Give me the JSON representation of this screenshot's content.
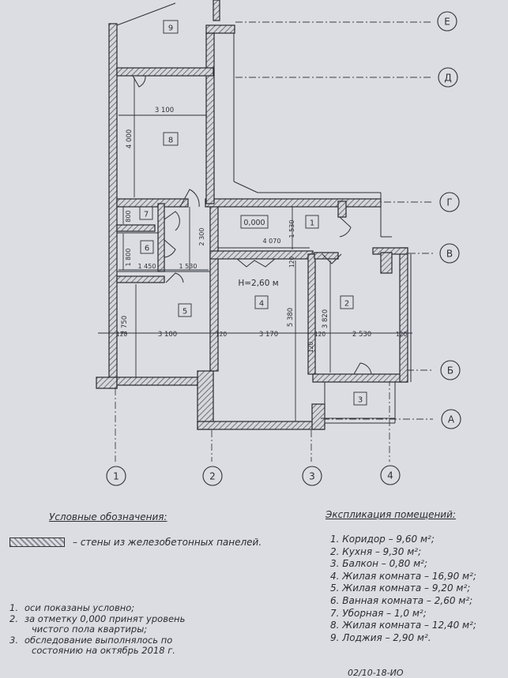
{
  "axes": {
    "horizontal": [
      "Е",
      "Д",
      "Г",
      "В",
      "Б",
      "А"
    ],
    "vertical": [
      "1",
      "2",
      "3",
      "4"
    ]
  },
  "rooms": {
    "r1": "1",
    "r2": "2",
    "r3": "3",
    "r4": "4",
    "r5": "5",
    "r6": "6",
    "r7": "7",
    "r8": "8",
    "r9": "9"
  },
  "level_mark": "0,000",
  "ceiling_height": "H=2,60 м",
  "dimensions": {
    "d3100_top": "3 100",
    "d4000": "4 000",
    "d800": "800",
    "d1800": "1 800",
    "d1450": "1 450",
    "d1530_left": "1 530",
    "d2300": "2 300",
    "d4070": "4 070",
    "d1530_right": "1 530",
    "d120_a": "120",
    "d2750": "2 750",
    "d120_b": "120",
    "d3100_bot": "3 100",
    "d120_c": "120",
    "d3170": "3 170",
    "d5380": "5 380",
    "d120_d": "120",
    "d2530": "2 530",
    "d120_e": "120",
    "d3820": "3 820",
    "d120_f": "120"
  },
  "legend": {
    "title": "Условные обозначения:",
    "walls": "– стены из железобетонных панелей."
  },
  "notes": [
    {
      "num": "1.",
      "text": "оси показаны условно;"
    },
    {
      "num": "2.",
      "text": "за отметку 0,000 принят уровень"
    },
    {
      "num": "",
      "text": "чистого пола квартиры;"
    },
    {
      "num": "3.",
      "text": "обследование выполнялось по"
    },
    {
      "num": "",
      "text": "состоянию на  октябрь 2018 г."
    }
  ],
  "explication": {
    "title": "Экспликация помещений:",
    "items": [
      "1. Коридор – 9,60 м²;",
      "2. Кухня – 9,30 м²;",
      "3. Балкон – 0,80 м²;",
      "4. Жилая комната – 16,90 м²;",
      "5. Жилая комната – 9,20 м²;",
      "6. Ванная комната – 2,60 м²;",
      "7. Уборная – 1,0 м²;",
      "8. Жилая комната – 12,40 м²;",
      "9. Лоджия – 2,90 м²."
    ]
  },
  "stamp": "02/10-18-ИО"
}
